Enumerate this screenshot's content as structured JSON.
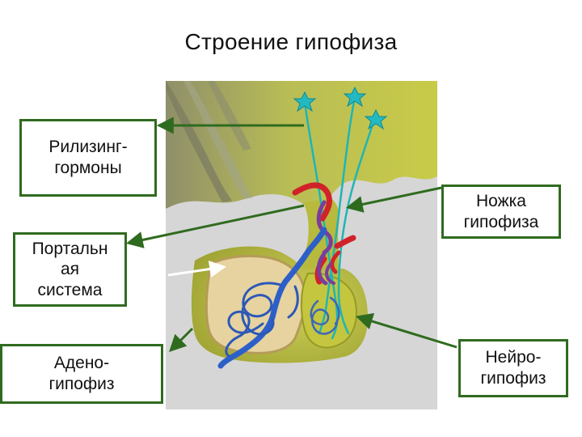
{
  "title": "Строение гипофиза",
  "labels": {
    "releasing_hormones": "Рилизинг-\nгормоны",
    "pituitary_stalk": "Ножка\nгипофиза",
    "portal_system": "Портальн\nая\nсистема",
    "adenohypophysis": "Адено-\nгипофиз",
    "neurohypophysis": "Нейро-\nгипофиз"
  },
  "colors": {
    "box_border": "#2f6b1f",
    "arrow": "#2f6b1f",
    "tissue": "#c2c541",
    "tissue_dark": "#9a9c2a",
    "adeno_fill": "#e9d7a8",
    "vessel_blue": "#2f5fc4",
    "vessel_red": "#d2232a",
    "vessel_purple": "#7b3fa0",
    "neuron_cyan": "#20b8b8",
    "background_gray": "#d8d8d8"
  }
}
